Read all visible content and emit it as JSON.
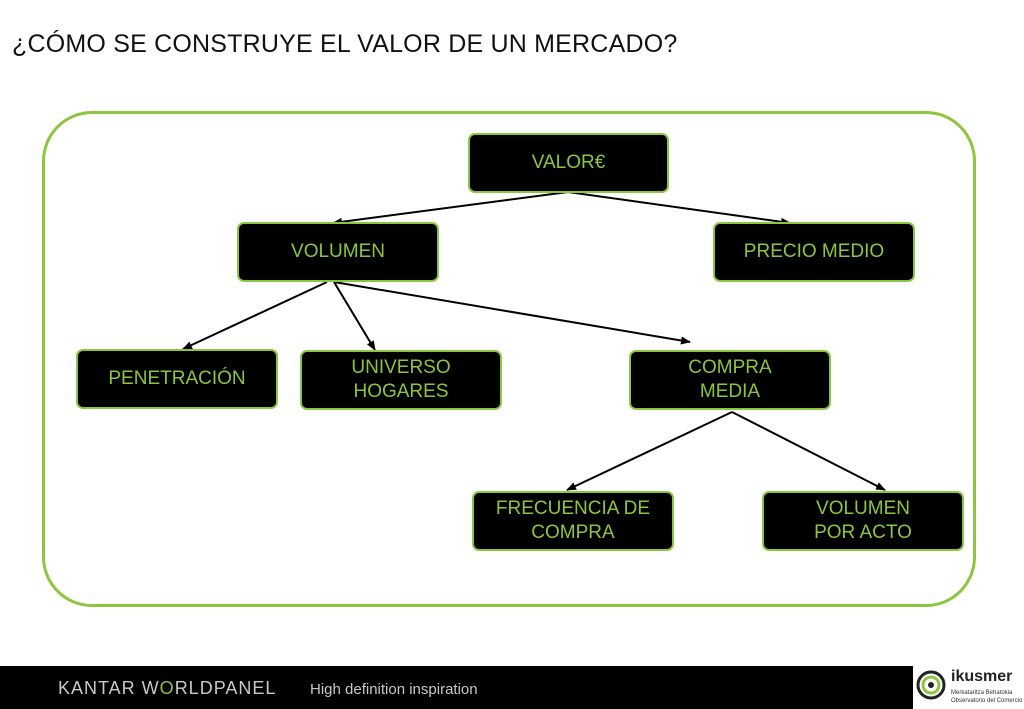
{
  "title": "¿CÓMO SE CONSTRUYE EL VALOR DE UN MERCADO?",
  "colors": {
    "accent": "#8cc63f",
    "node_fill": "#000000"
  },
  "nodes": {
    "valor": {
      "label": "VALOR€"
    },
    "volumen": {
      "label": "VOLUMEN"
    },
    "precio_medio": {
      "label": "PRECIO MEDIO"
    },
    "penetracion": {
      "label": "PENETRACIÓN"
    },
    "universo_hogares": {
      "line1": "UNIVERSO",
      "line2": "HOGARES"
    },
    "compra_media": {
      "line1": "COMPRA",
      "line2": "MEDIA"
    },
    "frecuencia_compra": {
      "line1": "FRECUENCIA DE",
      "line2": "COMPRA"
    },
    "volumen_por_acto": {
      "line1": "VOLUMEN",
      "line2": "POR ACTO"
    }
  },
  "edges": [
    {
      "from": "valor",
      "to": "volumen"
    },
    {
      "from": "valor",
      "to": "precio_medio"
    },
    {
      "from": "volumen",
      "to": "penetracion"
    },
    {
      "from": "volumen",
      "to": "universo_hogares"
    },
    {
      "from": "volumen",
      "to": "compra_media"
    },
    {
      "from": "compra_media",
      "to": "frecuencia_compra"
    },
    {
      "from": "compra_media",
      "to": "volumen_por_acto"
    }
  ],
  "footer": {
    "brand_part1": "KANTAR W",
    "brand_o": "O",
    "brand_part2": "RLDPANEL",
    "tagline": "High definition inspiration",
    "logo_name": "ikusmer",
    "logo_sub1": "Merkataritza Behatokia",
    "logo_sub2": "Observatorio del Comercio"
  }
}
